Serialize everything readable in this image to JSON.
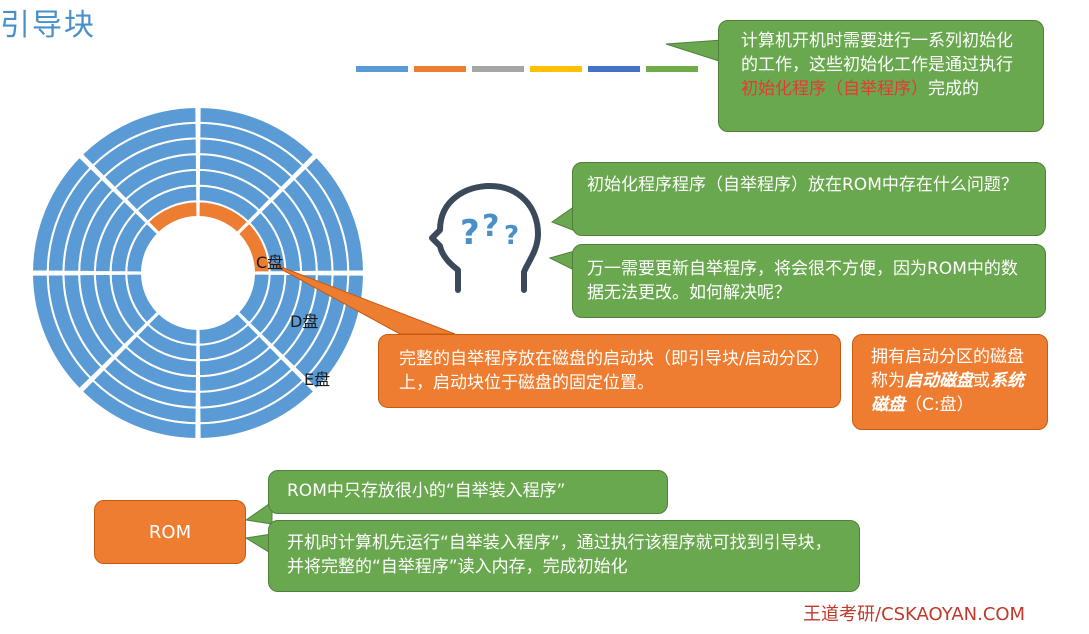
{
  "title": "引导块",
  "title_bar_colors": [
    "#5b9bd5",
    "#ed7d31",
    "#a5a5a5",
    "#ffc000",
    "#4472c4",
    "#70ad47"
  ],
  "callout_init": {
    "part1": "计算机开机时需要进行一系列初始化的工作，这些初始化工作是通过执行",
    "highlight": "初始化程序（自举程序）",
    "part2": "完成的"
  },
  "callout_question1": "初始化程序程序（自举程序）放在ROM中存在什么问题？",
  "callout_question2": "万一需要更新自举程序，将会很不方便，因为ROM中的数据无法更改。如何解决呢？",
  "callout_boot_block": "完整的自举程序放在磁盘的启动块（即引导块/启动分区）上，启动块位于磁盘的固定位置。",
  "callout_boot_disk": {
    "part1": "拥有启动分区的磁盘称为",
    "bold1": "启动磁盘",
    "mid": "或",
    "bold2": "系统磁盘",
    "part2": "（C:盘）"
  },
  "disk_labels": {
    "c": "C盘",
    "d": "D盘",
    "e": "E盘"
  },
  "rom_label": "ROM",
  "callout_rom1": "ROM中只存放很小的“自举装入程序”",
  "callout_rom2": "开机时计算机先运行“自举装入程序”，通过执行该程序就可找到引导块，并将完整的“自举程序”读入内存，完成初始化",
  "footer": "王道考研/CSKAOYAN.COM",
  "colors": {
    "disk_blue": "#5b9bd5",
    "orange": "#ed7d31",
    "green": "#6aa84f",
    "highlight_red": "#e53935"
  },
  "icons": [
    "head-question-icon"
  ]
}
